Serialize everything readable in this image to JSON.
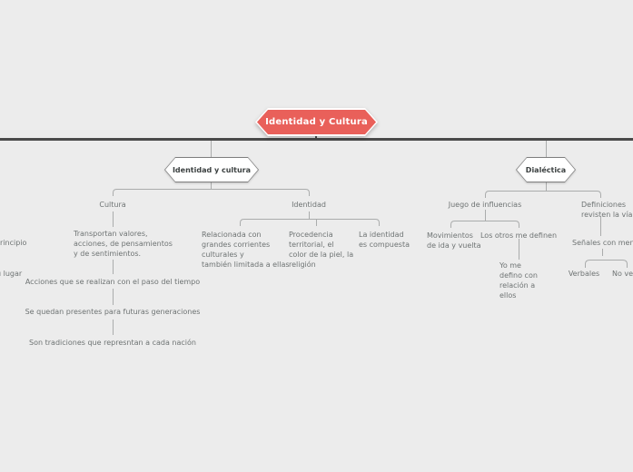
{
  "colors": {
    "background": "#ececec",
    "accent_red": "#e9605a",
    "main_line": "#4a4a4a",
    "connector": "#aaacac",
    "node_text": "#6e7373",
    "topic_text": "#3c4141",
    "topic_border": "#7f7f7f",
    "topic_fill": "#ffffff"
  },
  "root": {
    "label": "Identidad y Cultura"
  },
  "topics": {
    "identidad_y_cultura": {
      "label": "Identidad y cultura"
    },
    "dialectica": {
      "label": "Dialéctica"
    }
  },
  "nodes": {
    "cultura": {
      "label": "Cultura"
    },
    "identidad": {
      "label": "Identidad"
    },
    "transportan": {
      "label": "Transportan valores,\nacciones, de pensamientos\ny de sentimientos."
    },
    "acciones": {
      "label": "Acciones que se realizan con el paso del tiempo"
    },
    "se_quedan": {
      "label": "Se quedan presentes para futuras generaciones"
    },
    "son_tradiciones": {
      "label": "Son tradiciones que represntan a cada nación"
    },
    "relacionada": {
      "label": "Relacionada con\ngrandes corrientes\nculturales y\ntambién limitada a ellas"
    },
    "procedencia": {
      "label": "Procedencia\nterritorial, el\ncolor de la piel, la\nreligión"
    },
    "la_identidad": {
      "label": "La identidad\nes compuesta"
    },
    "juego": {
      "label": "Juego de influencias"
    },
    "definiciones": {
      "label": "Definiciones\nrevisten la vía"
    },
    "movimientos": {
      "label": "Movimientos\nde ida y vuelta"
    },
    "los_otros": {
      "label": "Los otros me definen"
    },
    "yo_me": {
      "label": "Yo me\ndefino con\nrelación a\nellos"
    },
    "senales": {
      "label": "Señales con mensaje"
    },
    "verbales": {
      "label": "Verbales"
    },
    "no_verbales": {
      "label": "No verbales"
    },
    "fragmento_principio": {
      "label": "rincipio"
    },
    "fragmento_lugar": {
      "label": "u lugar"
    }
  }
}
